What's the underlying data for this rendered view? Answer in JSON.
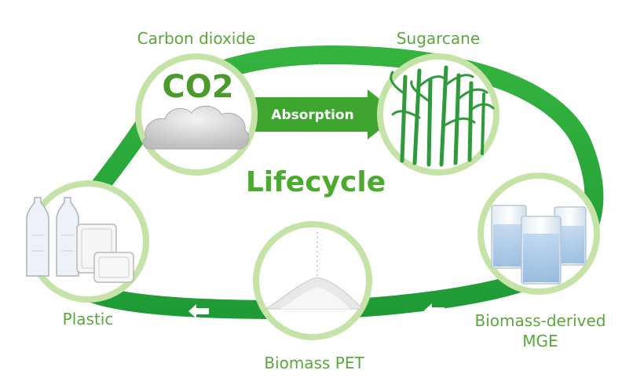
{
  "diagram": {
    "title": "Lifecycle",
    "arrow_label": "Absorption",
    "co2_text": "CO2",
    "nodes": [
      {
        "id": "carbon-dioxide",
        "label": "Carbon dioxide",
        "icon": "co2-cloud-icon"
      },
      {
        "id": "sugarcane",
        "label": "Sugarcane",
        "icon": "sugarcane-icon"
      },
      {
        "id": "mge",
        "label_line1": "Biomass-derived",
        "label_line2": "MGE",
        "icon": "beakers-icon"
      },
      {
        "id": "pet",
        "label": "Biomass PET",
        "icon": "powder-pile-icon"
      },
      {
        "id": "plastic",
        "label": "Plastic",
        "icon": "bottles-and-trays-icon"
      }
    ]
  },
  "colors": {
    "ring": "#29a83a",
    "circle_border": "#c6e3a7",
    "text_green": "#5aa83c",
    "title_green": "#4caa2f",
    "arrow_green": "#3ea62f"
  }
}
